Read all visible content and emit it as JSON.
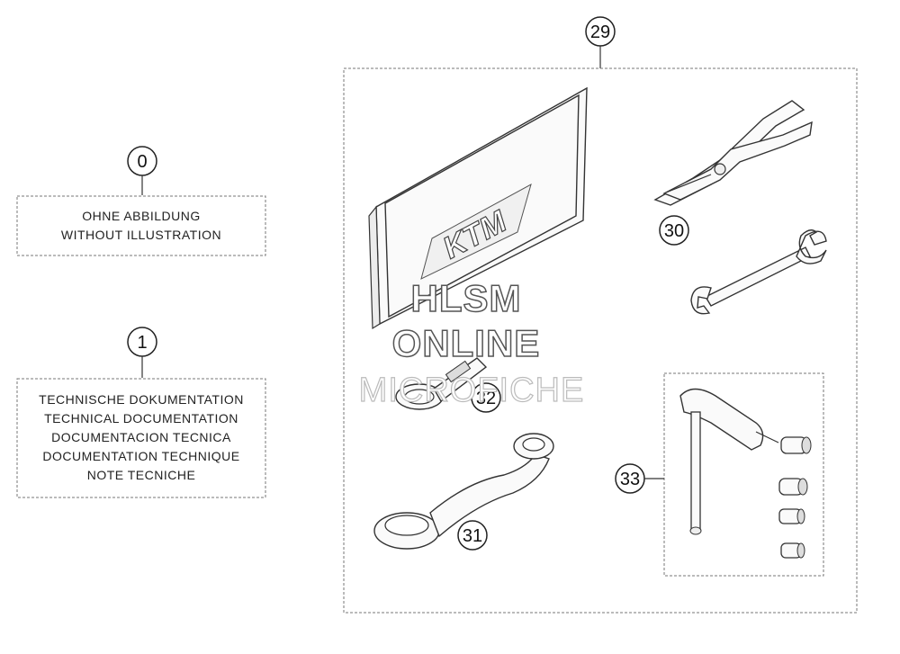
{
  "callouts": {
    "c0": "0",
    "c1": "1",
    "c29": "29",
    "c30": "30",
    "c31": "31",
    "c32": "32",
    "c33": "33"
  },
  "box_without_illustration": {
    "lines": [
      "OHNE ABBILDUNG",
      "WITHOUT ILLUSTRATION"
    ]
  },
  "box_technical_documentation": {
    "lines": [
      "TECHNISCHE DOKUMENTATION",
      "TECHNICAL DOCUMENTATION",
      "DOCUMENTACION TECNICA",
      "DOCUMENTATION TECHNIQUE",
      "NOTE TECNICHE"
    ]
  },
  "manual_logo": "KTM",
  "watermark": {
    "line1": "HLSM",
    "line2": "ONLINE",
    "line3": "MICROFICHE"
  }
}
